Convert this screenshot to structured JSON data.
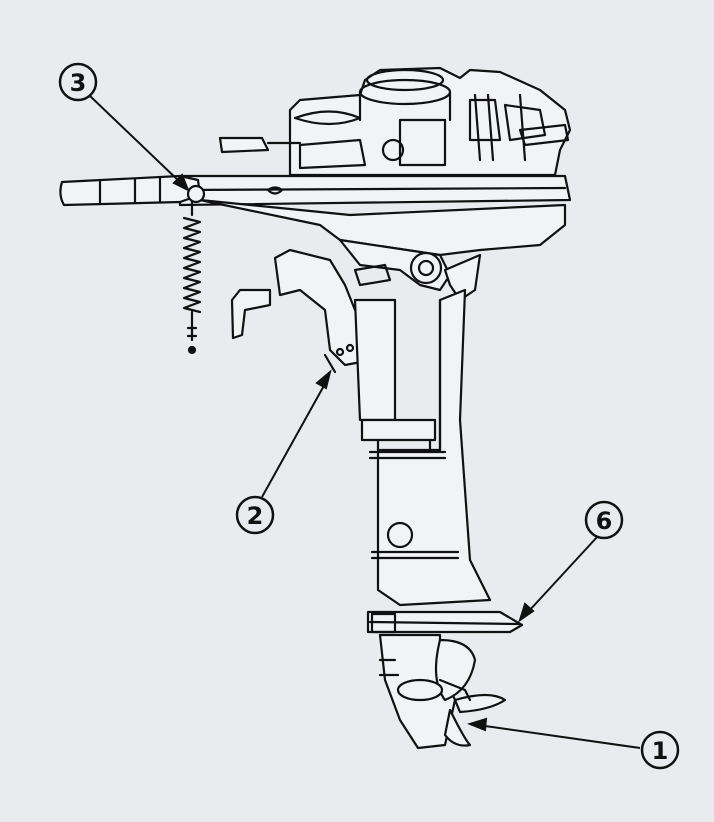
{
  "diagram": {
    "subject": "outboard-motor",
    "callouts": [
      {
        "id": "c1",
        "label": "1",
        "target": "propeller"
      },
      {
        "id": "c2",
        "label": "2",
        "target": "tilt-adjust-rod"
      },
      {
        "id": "c3",
        "label": "3",
        "target": "throttle-cable-pivot"
      },
      {
        "id": "c6",
        "label": "6",
        "target": "anti-cavitation-plate"
      }
    ],
    "colors": {
      "background": "#e9ebee",
      "ink": "#111111"
    }
  }
}
